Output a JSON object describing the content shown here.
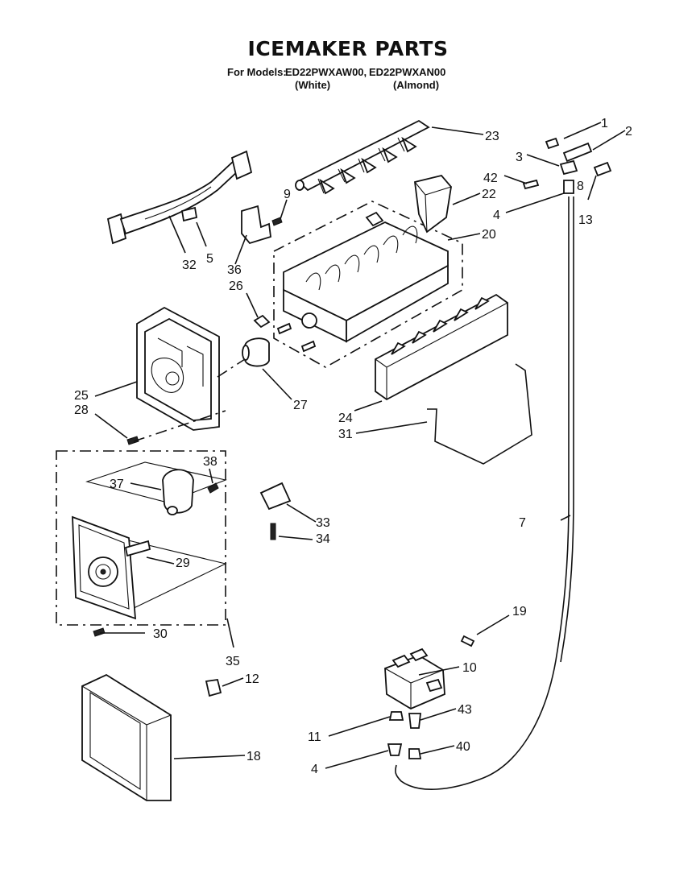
{
  "header": {
    "title": "ICEMAKER PARTS",
    "models_label": "For Models:",
    "model_white": "ED22PWXAW00,",
    "model_almond": "ED22PWXAN00",
    "finish_white": "(White)",
    "finish_almond": "(Almond)"
  },
  "callouts": {
    "c1": "1",
    "c2": "2",
    "c3": "3",
    "c4a": "4",
    "c4b": "4",
    "c5": "5",
    "c7": "7",
    "c8": "8",
    "c9": "9",
    "c10": "10",
    "c11": "11",
    "c12": "12",
    "c13": "13",
    "c18": "18",
    "c19": "19",
    "c20": "20",
    "c22": "22",
    "c23": "23",
    "c24": "24",
    "c25": "25",
    "c26": "26",
    "c27": "27",
    "c28": "28",
    "c29": "29",
    "c30": "30",
    "c31": "31",
    "c32": "32",
    "c33": "33",
    "c34": "34",
    "c35": "35",
    "c36": "36",
    "c37": "37",
    "c38": "38",
    "c40": "40",
    "c42": "42",
    "c43": "43"
  }
}
